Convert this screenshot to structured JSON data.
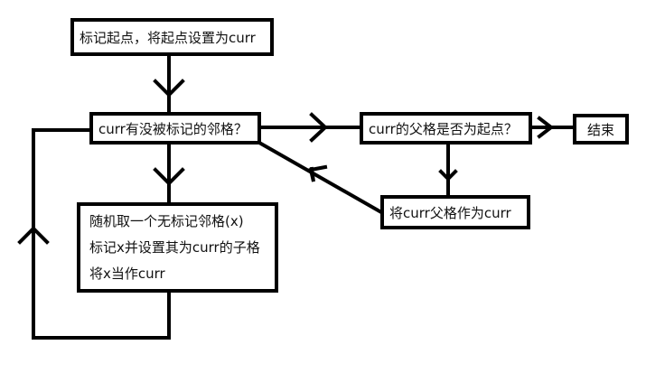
{
  "diagram": {
    "title": "",
    "nodes": {
      "start": {
        "label": "标记起点，将起点设置为curr"
      },
      "has_unmarked": {
        "label": "curr有没被标记的邻格？"
      },
      "random_pick": {
        "lines": [
          "随机取一个无标记邻格(x)",
          "标记x并设置其为curr的子格",
          "将x当作curr"
        ]
      },
      "parent_is_start": {
        "label": "curr的父格是否为起点？"
      },
      "set_parent": {
        "label": "将curr父格作为curr"
      },
      "end": {
        "label": "结束"
      }
    },
    "edges": [
      {
        "from": "start",
        "to": "has_unmarked",
        "label": ""
      },
      {
        "from": "has_unmarked",
        "to": "random_pick",
        "label": ""
      },
      {
        "from": "random_pick",
        "to": "has_unmarked",
        "label": ""
      },
      {
        "from": "has_unmarked",
        "to": "parent_is_start",
        "label": ""
      },
      {
        "from": "parent_is_start",
        "to": "end",
        "label": ""
      },
      {
        "from": "parent_is_start",
        "to": "set_parent",
        "label": ""
      },
      {
        "from": "set_parent",
        "to": "has_unmarked",
        "label": ""
      }
    ],
    "colors": {
      "stroke": "#000000",
      "text": "#111111",
      "background": "#ffffff"
    }
  }
}
